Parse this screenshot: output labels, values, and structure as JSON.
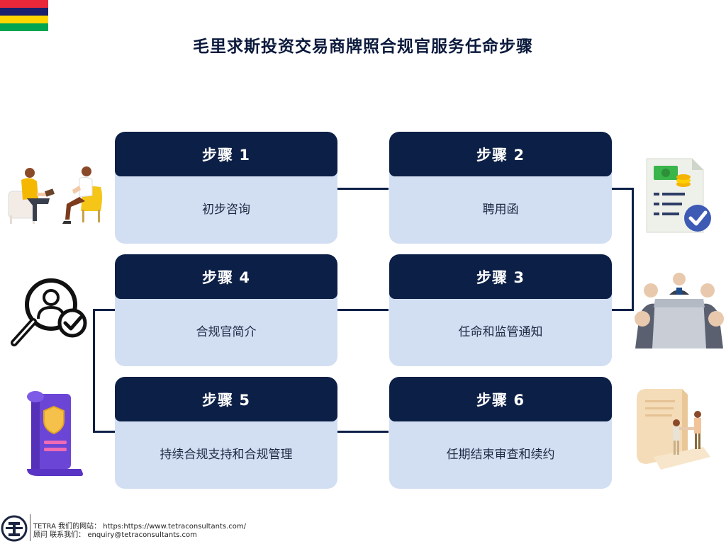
{
  "title": "毛里求斯投资交易商牌照合规官服务任命步骤",
  "flag_colors": [
    "#ea2839",
    "#1a206d",
    "#ffd500",
    "#00a551"
  ],
  "steps": [
    {
      "header": "步骤 1",
      "text": "初步咨询"
    },
    {
      "header": "步骤 2",
      "text": "聘用函"
    },
    {
      "header": "步骤 3",
      "text": "任命和监管通知"
    },
    {
      "header": "步骤 4",
      "text": "合规官简介"
    },
    {
      "header": "步骤 5",
      "text": "持续合规支持和合规管理"
    },
    {
      "header": "步骤 6",
      "text": "任期结束审查和续约"
    }
  ],
  "footer": {
    "line1": "TETRA 我们的网站：  https:https://www.tetraconsultants.com/",
    "line2": "顾问 联系我们：  enquiry@tetraconsultants.com"
  },
  "icons": [
    "consultation-icon",
    "document-check-icon",
    "meeting-icon",
    "profile-search-icon",
    "scroll-shield-icon",
    "contract-handshake-icon",
    "tetra-logo-icon"
  ]
}
